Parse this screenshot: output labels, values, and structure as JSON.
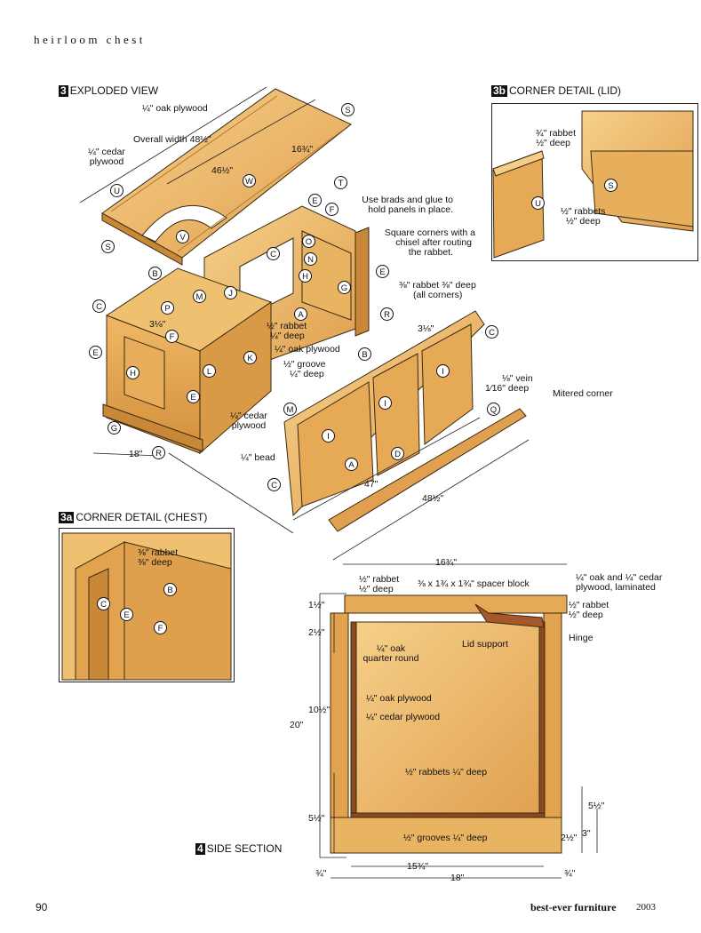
{
  "header": "heirloom chest",
  "sections": {
    "exploded": {
      "num": "3",
      "title": "EXPLODED VIEW"
    },
    "lid": {
      "num": "3b",
      "title": "CORNER DETAIL (LID)"
    },
    "chest": {
      "num": "3a",
      "title": "CORNER DETAIL (CHEST)"
    },
    "side": {
      "num": "4",
      "title": "SIDE SECTION"
    }
  },
  "exploded_labels": {
    "oak_plywood_top": "¼\" oak plywood",
    "overall_width": "Overall width 48½\"",
    "cedar_plywood_top_1": "¼\" cedar",
    "cedar_plywood_top_2": "plywood",
    "dim_1634": "16¾\"",
    "dim_4612": "46½\"",
    "brads_1": "Use brads and glue to",
    "brads_2": "hold panels in place.",
    "square_1": "Square corners with a",
    "square_2": "chisel after routing",
    "square_3": "the rabbet.",
    "rabbet38_1": "⅜\" rabbet ⅜\" deep",
    "rabbet38_2": "(all corners)",
    "dim_318a": "3⅛\"",
    "dim_318b": "3⅛\"",
    "rabbet12_1": "½\" rabbet",
    "rabbet12_2": "¼\" deep",
    "oak_plywood_mid": "¼\" oak plywood",
    "groove_1": "½\" groove",
    "groove_2": "¼\" deep",
    "vein_1": "⅛\" vein",
    "vein_2": "1⁄16\" deep",
    "mitered": "Mitered corner",
    "cedar_plywood_low_1": "¼\" cedar",
    "cedar_plywood_low_2": "plywood",
    "bead": "¼\" bead",
    "dim_18": "18\"",
    "dim_47": "47\"",
    "dim_4812": "48½\""
  },
  "exploded_parts": [
    "S",
    "U",
    "W",
    "T",
    "S",
    "V",
    "E",
    "F",
    "O",
    "N",
    "C",
    "H",
    "G",
    "E",
    "B",
    "M",
    "P",
    "J",
    "C",
    "F",
    "E",
    "H",
    "L",
    "K",
    "E",
    "G",
    "R",
    "A",
    "R",
    "B",
    "I",
    "C",
    "M",
    "I",
    "I",
    "D",
    "A",
    "C",
    "Q"
  ],
  "lid_labels": {
    "rabbet_1": "¾\" rabbet",
    "rabbet_2": "½\" deep",
    "rabbets_1": "½\" rabbets",
    "rabbets_2": "½\" deep"
  },
  "lid_parts": [
    "U",
    "S"
  ],
  "chest_labels": {
    "rabbet_1": "⅜\" rabbet",
    "rabbet_2": "⅜\" deep"
  },
  "chest_parts": [
    "C",
    "E",
    "B",
    "F"
  ],
  "side_labels": {
    "dim_top": "16¾\"",
    "rabbet_1": "½\" rabbet",
    "rabbet_2": "½\" deep",
    "spacer": "⅜ x 1¾ x 1¾\" spacer block",
    "laminated_1": "¼\" oak and ¼\" cedar",
    "laminated_2": "plywood, laminated",
    "rabbet_r1": "½\" rabbet",
    "rabbet_r2": "½\" deep",
    "hinge": "Hinge",
    "lid_support": "Lid support",
    "quarter_1": "¼\" oak",
    "quarter_2": "quarter round",
    "oak_plywood": "¼\" oak plywood",
    "cedar_plywood": "¼\" cedar plywood",
    "rabbets_deep": "½\" rabbets ¼\" deep",
    "grooves_deep": "½\" grooves ¼\" deep",
    "dim_112": "1½\"",
    "dim_212": "2½\"",
    "dim_1012": "10½\"",
    "dim_20": "20\"",
    "dim_512": "5½\"",
    "dim_512r": "5½\"",
    "dim_3": "3\"",
    "dim_212r": "2½\"",
    "dim_34l": "¾\"",
    "dim_1534": "15¾\"",
    "dim_18": "18\"",
    "dim_34r": "¾\""
  },
  "footer": {
    "page": "90",
    "brand": "best-ever furniture",
    "year": "2003"
  },
  "colors": {
    "wood_light": "#f2c77a",
    "wood_mid": "#e3a24e",
    "wood_dark": "#b9752e",
    "ink": "#111111"
  }
}
